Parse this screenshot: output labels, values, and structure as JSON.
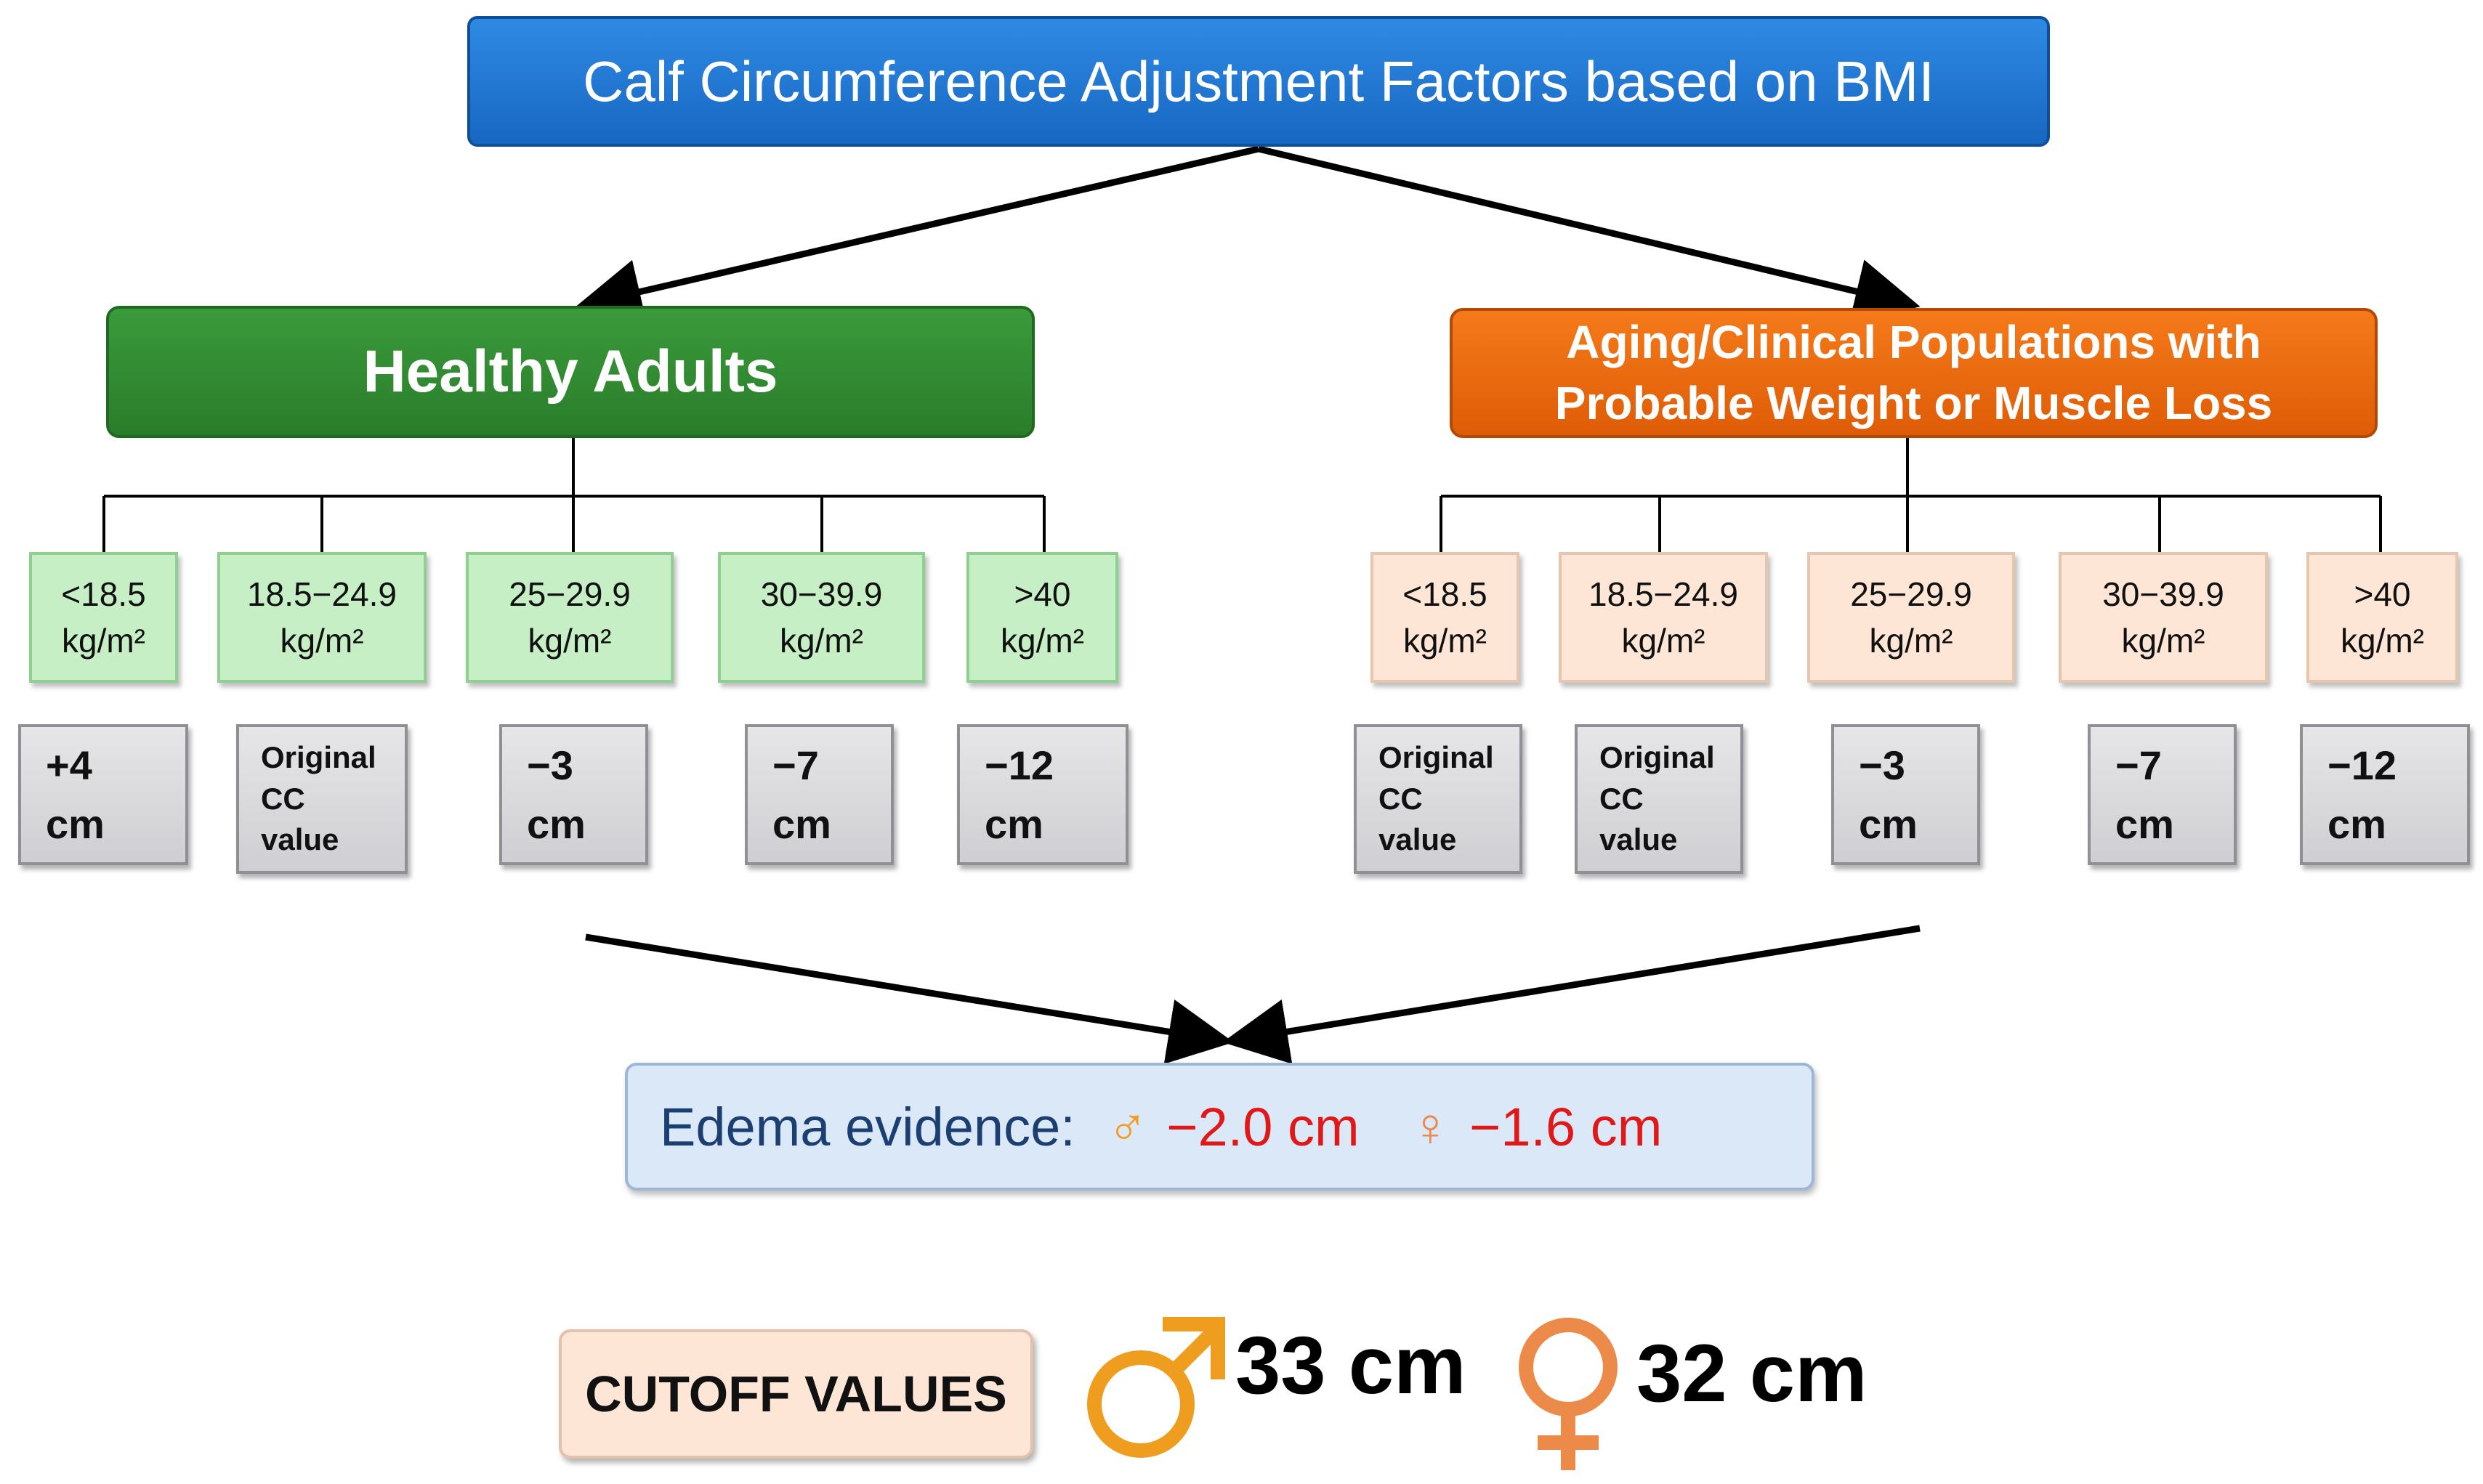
{
  "title": "Calf Circumference Adjustment Factors based on BMI",
  "groups": {
    "healthy": "Healthy Adults",
    "aging_line1": "Aging/Clinical Populations with",
    "aging_line2": "Probable Weight or Muscle Loss"
  },
  "healthy_bmi": [
    {
      "range": "<18.5",
      "unit": "kg/m²"
    },
    {
      "range": "18.5−24.9",
      "unit": "kg/m²"
    },
    {
      "range": "25−29.9",
      "unit": "kg/m²"
    },
    {
      "range": "30−39.9",
      "unit": "kg/m²"
    },
    {
      "range": ">40",
      "unit": "kg/m²"
    }
  ],
  "aging_bmi": [
    {
      "range": "<18.5",
      "unit": "kg/m²"
    },
    {
      "range": "18.5−24.9",
      "unit": "kg/m²"
    },
    {
      "range": "25−29.9",
      "unit": "kg/m²"
    },
    {
      "range": "30−39.9",
      "unit": "kg/m²"
    },
    {
      "range": ">40",
      "unit": "kg/m²"
    }
  ],
  "healthy_adj": [
    {
      "lines": [
        "+4",
        "cm"
      ]
    },
    {
      "lines": [
        "Original",
        "CC",
        "value"
      ]
    },
    {
      "lines": [
        "−3",
        "cm"
      ]
    },
    {
      "lines": [
        "−7",
        "cm"
      ]
    },
    {
      "lines": [
        "−12",
        "cm"
      ]
    }
  ],
  "aging_adj": [
    {
      "lines": [
        "Original",
        "CC",
        "value"
      ]
    },
    {
      "lines": [
        "Original",
        "CC",
        "value"
      ]
    },
    {
      "lines": [
        "−3",
        "cm"
      ]
    },
    {
      "lines": [
        "−7",
        "cm"
      ]
    },
    {
      "lines": [
        "−12",
        "cm"
      ]
    }
  ],
  "edema": {
    "label": "Edema evidence:",
    "male_symbol": "♂",
    "male_value": "−2.0 cm",
    "female_symbol": "♀",
    "female_value": "−1.6 cm"
  },
  "cutoff": {
    "label": "CUTOFF VALUES",
    "male_symbol": "♂",
    "male_value": "33 cm",
    "female_symbol": "♀",
    "female_value": "32 cm"
  },
  "colors": {
    "title_blue": "#1767c2",
    "healthy_green": "#2a7d2a",
    "aging_orange": "#de5c06",
    "edema_red": "#e01818",
    "male_symbol": "#ef9d1e",
    "female_symbol": "#ec8a4a"
  }
}
